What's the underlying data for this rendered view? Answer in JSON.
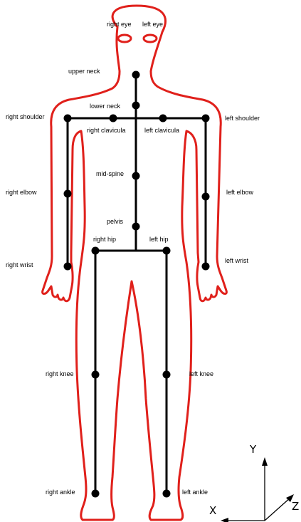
{
  "joints": {
    "right_eye": "right eye",
    "left_eye": "left eye",
    "upper_neck": "upper neck",
    "lower_neck": "lower neck",
    "right_shoulder": "right shoulder",
    "left_shoulder": "left shoulder",
    "right_clavicula": "right clavicula",
    "left_clavicula": "left clavicula",
    "mid_spine": "mid-spine",
    "right_elbow": "right elbow",
    "left_elbow": "left elbow",
    "pelvis": "pelvis",
    "right_hip": "right hip",
    "left_hip": "left hip",
    "right_wrist": "right wrist",
    "left_wrist": "left wrist",
    "right_knee": "right knee",
    "left_knee": "left knee",
    "right_ankle": "right ankle",
    "left_ankle": "left ankle"
  },
  "axes": {
    "y": "Y",
    "x": "X",
    "z": "Z"
  },
  "colors": {
    "outline": "#e0201b",
    "skeleton": "#000000"
  }
}
